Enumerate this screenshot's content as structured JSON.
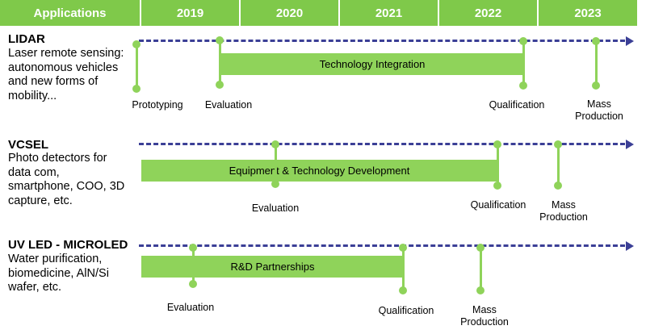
{
  "header": {
    "applications": "Applications",
    "years": [
      "2019",
      "2020",
      "2021",
      "2022",
      "2023"
    ]
  },
  "rows": [
    {
      "title": "LIDAR",
      "description": "Laser remote sensing:\nautonomous vehicles\nand new forms of\nmobility...",
      "bar_label": "Technology Integration",
      "milestones": {
        "prototyping": "Prototyping",
        "evaluation": "Evaluation",
        "qualification": "Qualification",
        "mass_production": "Mass\nProduction"
      }
    },
    {
      "title": "VCSEL",
      "description": "Photo detectors for\ndata com,\nsmartphone, COO, 3D\ncapture, etc.",
      "bar_label": "Equipment & Technology  Development",
      "milestones": {
        "evaluation": "Evaluation",
        "qualification": "Qualification",
        "mass_production": "Mass\nProduction"
      }
    },
    {
      "title": "UV LED - MICROLED",
      "description": "Water purification,\nbiomedicine, AlN/Si\nwafer, etc.",
      "bar_label": "R&D Partnerships",
      "milestones": {
        "evaluation": "Evaluation",
        "qualification": "Qualification",
        "mass_production": "Mass\nProduction"
      }
    }
  ],
  "colors": {
    "header_green": "#7fc94a",
    "bar_green": "#8fd35a",
    "timeline_blue": "#3b3f96"
  }
}
